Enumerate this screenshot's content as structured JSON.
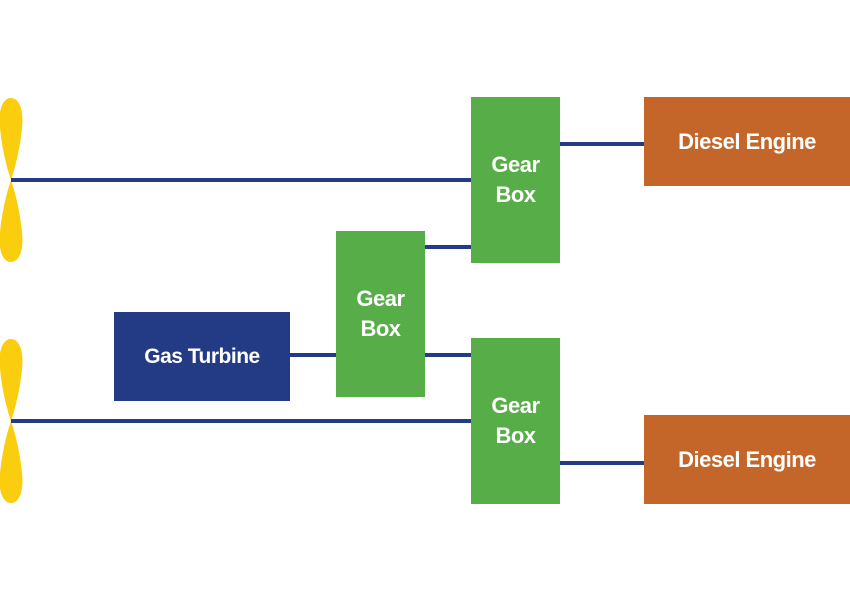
{
  "gearboxes": [
    {
      "label": "Gear\nBox"
    },
    {
      "label": "Gear\nBox"
    },
    {
      "label": "Gear\nBox"
    }
  ],
  "diesel_engines": [
    {
      "label": "Diesel Engine"
    },
    {
      "label": "Diesel Engine"
    }
  ],
  "gas_turbine": {
    "label": "Gas Turbine"
  },
  "colors": {
    "shaft": "#233b85",
    "propeller": "#fbcd0f",
    "gearbox": "#57ad47",
    "diesel_engine": "#c4652a",
    "gas_turbine": "#233b85"
  }
}
